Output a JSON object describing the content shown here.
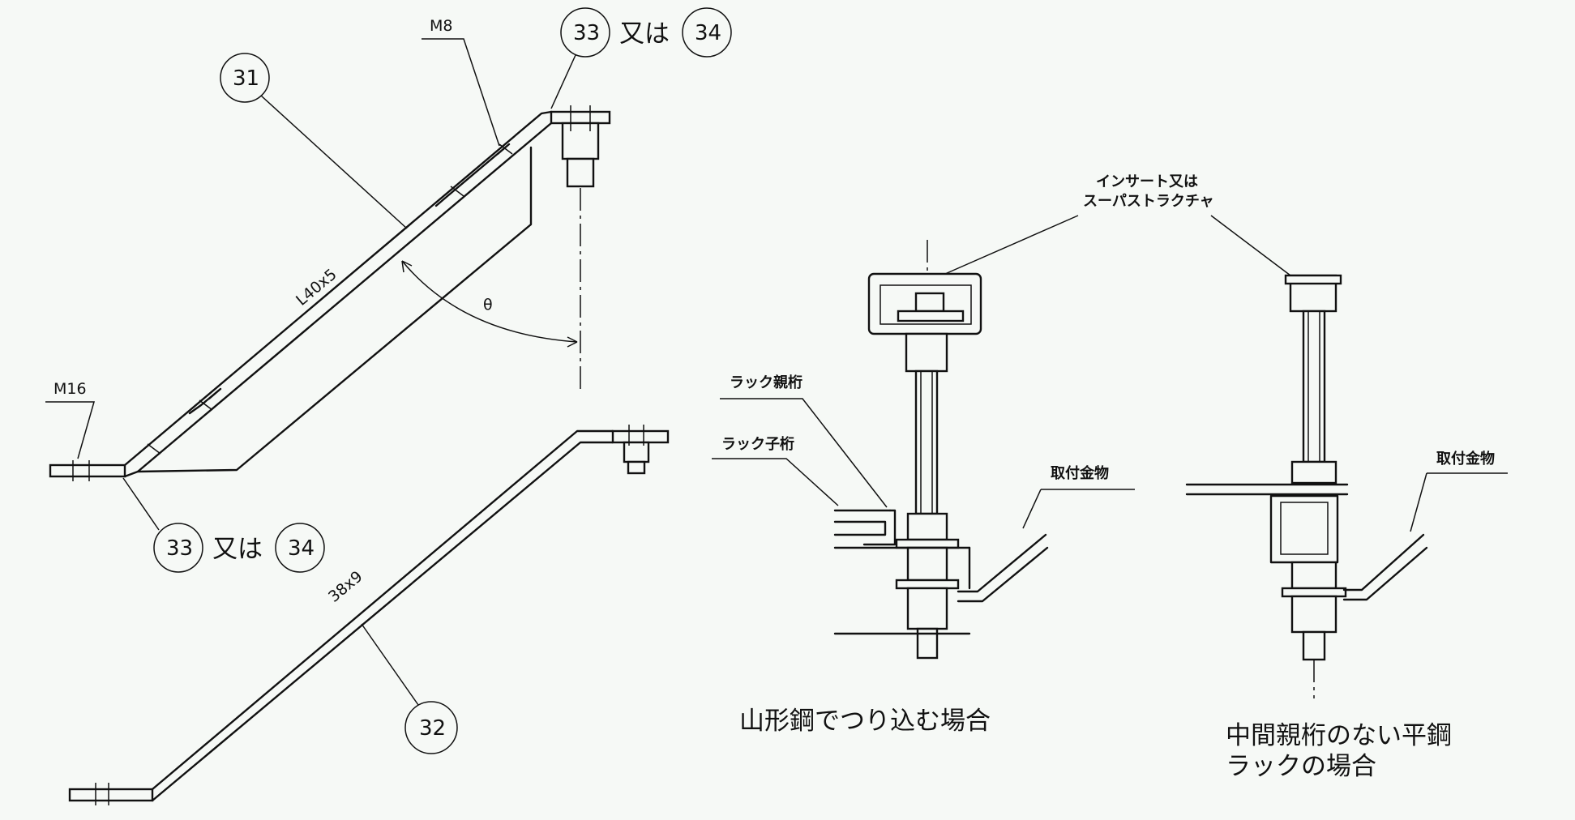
{
  "part_numbers": {
    "p31": "31",
    "p32": "32",
    "p33": "33",
    "p34": "34"
  },
  "connector_or": "又は",
  "bolt_m8": "M8",
  "bolt_m16": "M16",
  "angle_size": "L40x5",
  "flat_bar_size": "38x9",
  "angle_symbol": "θ",
  "insert_label_line1": "インサート又は",
  "insert_label_line2": "スーパストラクチャ",
  "rack_main_beam": "ラック親桁",
  "rack_sub_beam": "ラック子桁",
  "fitting_left": "取付金物",
  "fitting_right": "取付金物",
  "caption_angle_case": "山形鋼でつり込む場合",
  "caption_flat_line1": "中間親桁のない平鋼",
  "caption_flat_line2": "ラックの場合",
  "colors": {
    "ink": "#111111",
    "paper": "#f6f9f6"
  }
}
